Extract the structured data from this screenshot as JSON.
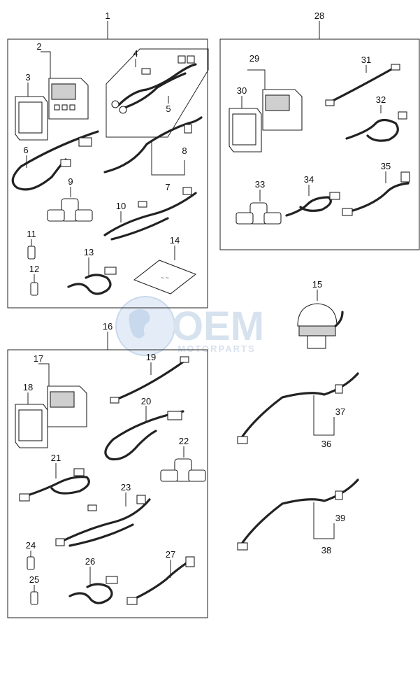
{
  "callouts": {
    "c1": "1",
    "c2": "2",
    "c3": "3",
    "c4": "4",
    "c5": "5",
    "c6": "6",
    "c7": "7",
    "c8": "8",
    "c9": "9",
    "c10": "10",
    "c11": "11",
    "c12": "12",
    "c13": "13",
    "c14": "14",
    "c15": "15",
    "c16": "16",
    "c17": "17",
    "c18": "18",
    "c19": "19",
    "c20": "20",
    "c21": "21",
    "c22": "22",
    "c23": "23",
    "c24": "24",
    "c25": "25",
    "c26": "26",
    "c27": "27",
    "c28": "28",
    "c29": "29",
    "c30": "30",
    "c31": "31",
    "c32": "32",
    "c33": "33",
    "c34": "34",
    "c35": "35",
    "c36": "36",
    "c37": "37",
    "c38": "38",
    "c39": "39"
  },
  "watermark": {
    "brand": "OEM",
    "sub": "MOTORPARTS",
    "color": "#8fb0d6"
  }
}
